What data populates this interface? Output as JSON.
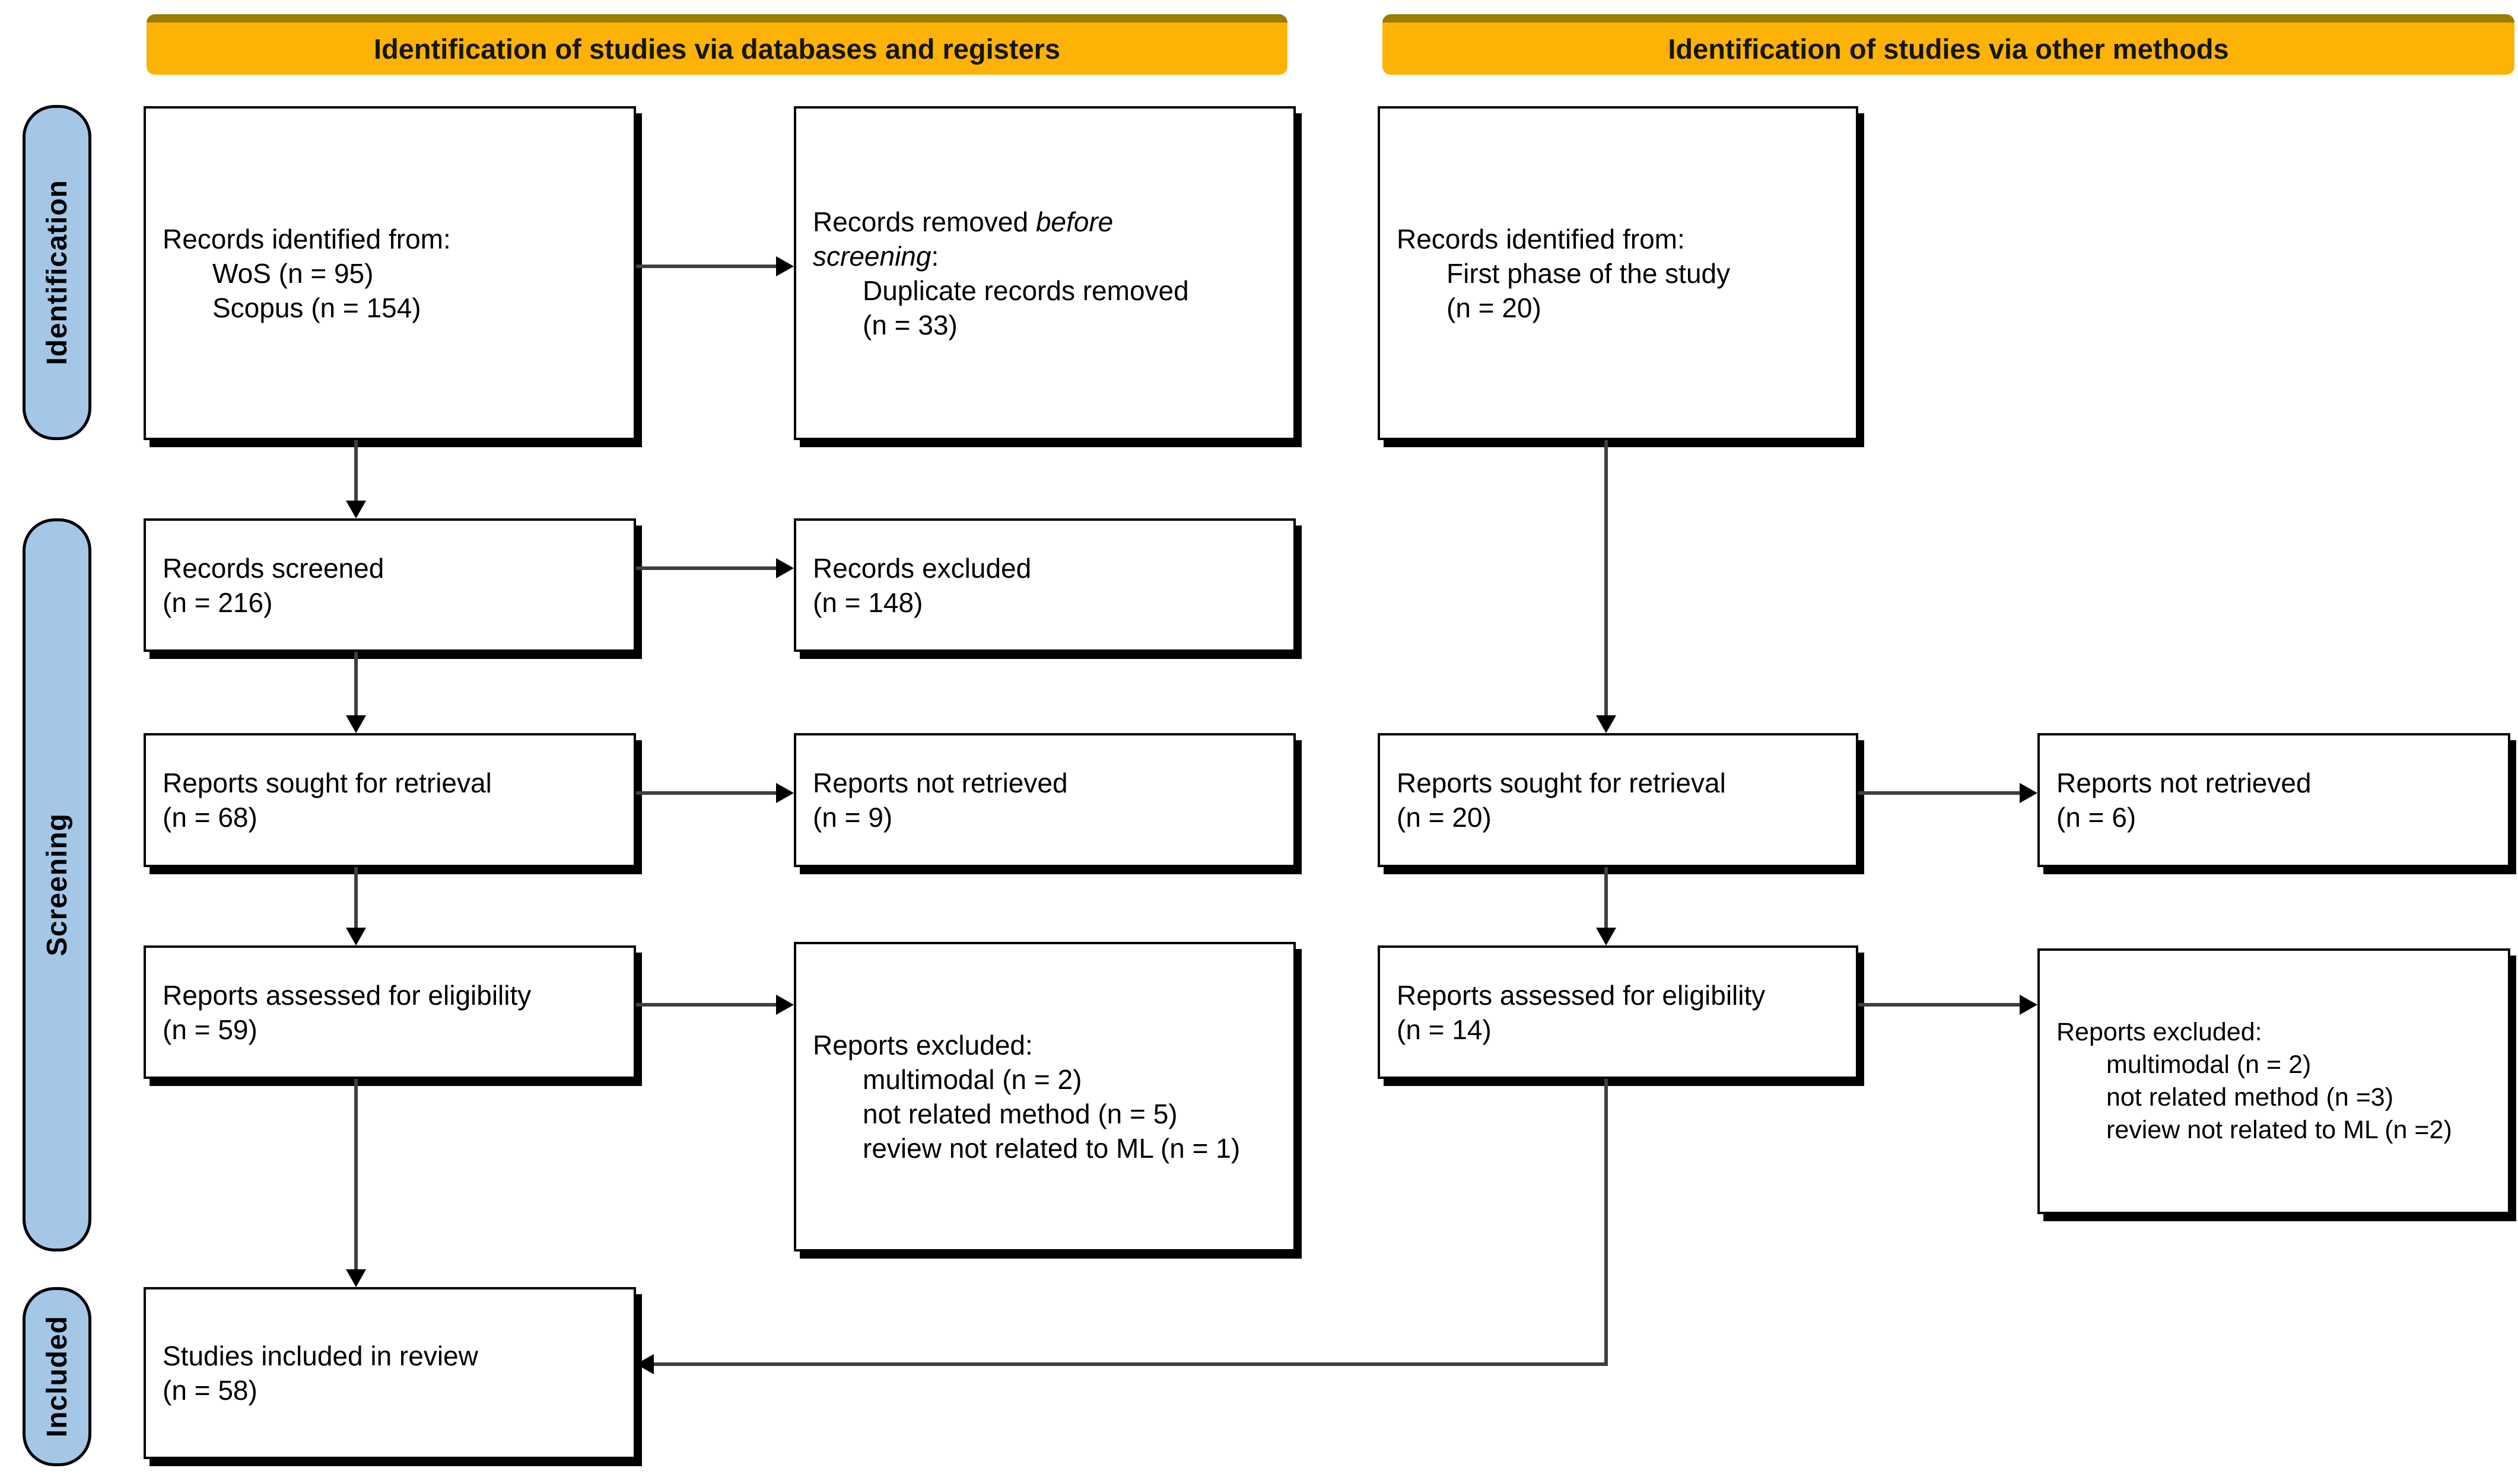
{
  "banners": {
    "databases": "Identification of studies via databases and registers",
    "other": "Identification of studies via other methods"
  },
  "stages": {
    "identification": "Identification",
    "screening": "Screening",
    "included": "Included"
  },
  "boxes": {
    "records_identified_db": {
      "line1": "Records identified from:",
      "line2": "WoS (n = 95)",
      "line3": "Scopus (n = 154)"
    },
    "records_removed": {
      "line1_plain": "Records removed ",
      "line1_italic": "before",
      "line2_italic": "screening",
      "line2_plain": ":",
      "line3": "Duplicate records removed",
      "line4": "(n = 33)"
    },
    "records_identified_other": {
      "line1": "Records identified from:",
      "line2": "First phase of the study",
      "line3": "(n = 20)"
    },
    "records_screened": {
      "line1": "Records screened",
      "line2": "(n = 216)"
    },
    "records_excluded": {
      "line1": "Records excluded",
      "line2": "(n = 148)"
    },
    "reports_sought_db": {
      "line1": "Reports sought for retrieval",
      "line2": "(n = 68)"
    },
    "reports_not_retrieved_db": {
      "line1": "Reports not retrieved",
      "line2": "(n = 9)"
    },
    "reports_assessed_db": {
      "line1": "Reports assessed for eligibility",
      "line2": "(n = 59)"
    },
    "reports_excluded_db": {
      "line1": "Reports excluded:",
      "line2": "multimodal (n = 2)",
      "line3": "not related method (n = 5)",
      "line4": "review not related to ML (n = 1)"
    },
    "reports_sought_other": {
      "line1": "Reports sought for retrieval",
      "line2": "(n = 20)"
    },
    "reports_not_retrieved_other": {
      "line1": "Reports not retrieved",
      "line2": "(n = 6)"
    },
    "reports_assessed_other": {
      "line1": "Reports assessed for eligibility",
      "line2": "(n = 14)"
    },
    "reports_excluded_other": {
      "line1": "Reports excluded:",
      "line2": "multimodal (n = 2)",
      "line3": "not related method (n =3)",
      "line4": "review not related to ML (n =2)"
    },
    "studies_included": {
      "line1": "Studies included in review",
      "line2": "(n = 58)"
    }
  },
  "colors": {
    "banner": "#FCB306",
    "banner_edge": "#9B7D00",
    "stage": "#A4C7E7",
    "box_border": "#000000",
    "arrow": "#3F3F3F"
  }
}
